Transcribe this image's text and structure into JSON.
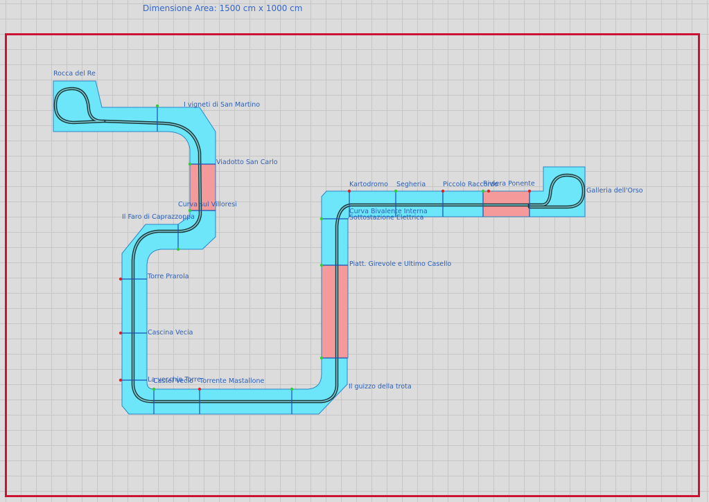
{
  "header": {
    "area_dimension": "Dimensione Area: 1500 cm x 1000 cm"
  },
  "colors": {
    "area_border": "#cc1133",
    "module_standard": "#6de6fa",
    "module_highlight": "#f49a9a",
    "label": "#2c5fb8",
    "connector_ok": "#33cc33",
    "connector_open": "#dd2222"
  },
  "modules": {
    "rocca_del_re": "Rocca del Re",
    "i_vigneti": "I vigneti di San Martino",
    "viadotto": "Viadotto San Carlo",
    "curva_villoresi": "Curva sul Villoresi",
    "faro": "Il Faro di Caprazzoppa",
    "torre_prarola": "Torre Prarola",
    "cascina_vecia": "Cascina Vecia",
    "la_vecchia_torre": "La vecchia Torre",
    "castel_vecio": "Castel Vecio",
    "torrente_mastallone": "Torrente Mastallone",
    "guizzo_trota": "Il guizzo della trota",
    "piatt_girevole": "Piatt. Girevole e Ultimo Casello",
    "sottostazione": "Sottostazione Elettrica",
    "curva_bivalente": "Curva Bivalente Interna",
    "kartodromo": "Kartodromo",
    "segheria": "Segheria",
    "piccolo_raccordo": "Piccolo Raccordo",
    "riviera_ponente": "Riviera Ponente",
    "galleria_orso": "Galleria dell'Orso"
  }
}
